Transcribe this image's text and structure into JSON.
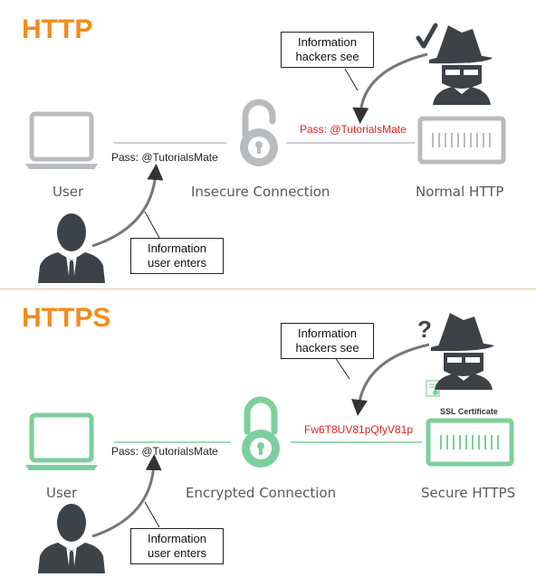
{
  "http": {
    "title": "HTTP",
    "user_label": "User",
    "connection_label": "Insecure Connection",
    "server_label": "Normal HTTP",
    "pass_text": "Pass: @TutorialsMate",
    "intercepted_text": "Pass: @TutorialsMate",
    "hacker_callout": [
      "Information",
      "hackers see"
    ],
    "user_callout": [
      "Information",
      "user enters"
    ],
    "hacker_mark": "✔"
  },
  "https": {
    "title": "HTTPS",
    "user_label": "User",
    "connection_label": "Encrypted Connection",
    "server_label": "Secure HTTPS",
    "pass_text": "Pass: @TutorialsMate",
    "intercepted_text": "Fw6T8UV81pQfyV81p",
    "hacker_callout": [
      "Information",
      "hackers see"
    ],
    "user_callout": [
      "Information",
      "user enters"
    ],
    "hacker_mark": "?",
    "certificate_label": "SSL Certificate"
  },
  "colors": {
    "title": "#f28c1c",
    "insecure_gray": "#b9bcbf",
    "secure_green": "#7ccf9c",
    "lock_dark": "#3d4247",
    "alert_red": "#e02020",
    "divider": "#f5c9a6"
  },
  "icons": {
    "user": "laptop-icon",
    "person": "person-icon",
    "hacker": "hacker-icon",
    "lock_open": "open-padlock-icon",
    "lock_closed": "closed-padlock-icon",
    "server": "server-icon",
    "certificate": "certificate-icon"
  }
}
